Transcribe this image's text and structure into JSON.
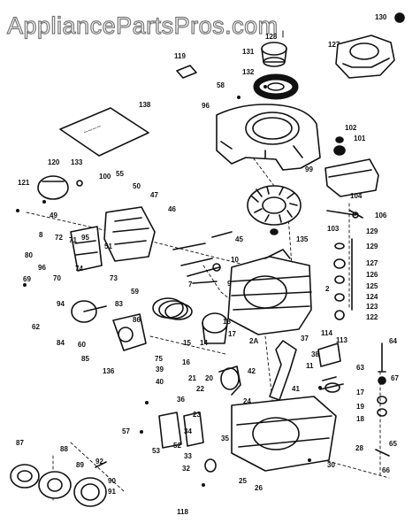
{
  "watermark": "AppliancePartsPros.com",
  "callouts": [
    {
      "id": "c130",
      "text": "130"
    },
    {
      "id": "c127",
      "text": "127"
    },
    {
      "id": "c128",
      "text": "128"
    },
    {
      "id": "c131",
      "text": "131"
    },
    {
      "id": "c132",
      "text": "132"
    },
    {
      "id": "c58a",
      "text": "58"
    },
    {
      "id": "c119",
      "text": "119"
    },
    {
      "id": "c138",
      "text": "138"
    },
    {
      "id": "c96",
      "text": "96"
    },
    {
      "id": "c102",
      "text": "102"
    },
    {
      "id": "c101",
      "text": "101"
    },
    {
      "id": "c99",
      "text": "99"
    },
    {
      "id": "c104",
      "text": "104"
    },
    {
      "id": "c106",
      "text": "106"
    },
    {
      "id": "c103",
      "text": "103"
    },
    {
      "id": "c120",
      "text": "120"
    },
    {
      "id": "c133",
      "text": "133"
    },
    {
      "id": "c121",
      "text": "121"
    },
    {
      "id": "c100",
      "text": "100"
    },
    {
      "id": "c55",
      "text": "55"
    },
    {
      "id": "c50",
      "text": "50"
    },
    {
      "id": "c47",
      "text": "47"
    },
    {
      "id": "c46",
      "text": "46"
    },
    {
      "id": "c49",
      "text": "49"
    },
    {
      "id": "c45",
      "text": "45"
    },
    {
      "id": "c135",
      "text": "135"
    },
    {
      "id": "c129a",
      "text": "129"
    },
    {
      "id": "c129b",
      "text": "129"
    },
    {
      "id": "c127b",
      "text": "127"
    },
    {
      "id": "c126",
      "text": "126"
    },
    {
      "id": "c125",
      "text": "125"
    },
    {
      "id": "c124",
      "text": "124"
    },
    {
      "id": "c123",
      "text": "123"
    },
    {
      "id": "c122",
      "text": "122"
    },
    {
      "id": "c8",
      "text": "8"
    },
    {
      "id": "c72",
      "text": "72"
    },
    {
      "id": "c71",
      "text": "71"
    },
    {
      "id": "c95",
      "text": "95"
    },
    {
      "id": "c51",
      "text": "51"
    },
    {
      "id": "c80",
      "text": "80"
    },
    {
      "id": "c96b",
      "text": "96"
    },
    {
      "id": "c74",
      "text": "74"
    },
    {
      "id": "c69",
      "text": "69"
    },
    {
      "id": "c70",
      "text": "70"
    },
    {
      "id": "c73",
      "text": "73"
    },
    {
      "id": "c59",
      "text": "59"
    },
    {
      "id": "c94",
      "text": "94"
    },
    {
      "id": "c83",
      "text": "83"
    },
    {
      "id": "c62",
      "text": "62"
    },
    {
      "id": "c86",
      "text": "86"
    },
    {
      "id": "c84",
      "text": "84"
    },
    {
      "id": "c60",
      "text": "60"
    },
    {
      "id": "c85",
      "text": "85"
    },
    {
      "id": "c136",
      "text": "136"
    },
    {
      "id": "c15",
      "text": "15"
    },
    {
      "id": "c14",
      "text": "14"
    },
    {
      "id": "c10",
      "text": "10"
    },
    {
      "id": "c7",
      "text": "7"
    },
    {
      "id": "c9",
      "text": "9"
    },
    {
      "id": "c2",
      "text": "2"
    },
    {
      "id": "c18",
      "text": "18"
    },
    {
      "id": "c17",
      "text": "17"
    },
    {
      "id": "c2A",
      "text": "2A"
    },
    {
      "id": "c37",
      "text": "37"
    },
    {
      "id": "c38",
      "text": "38"
    },
    {
      "id": "c11",
      "text": "11"
    },
    {
      "id": "c113",
      "text": "113"
    },
    {
      "id": "c114",
      "text": "114"
    },
    {
      "id": "c64",
      "text": "64"
    },
    {
      "id": "c63",
      "text": "63"
    },
    {
      "id": "c67",
      "text": "67"
    },
    {
      "id": "c17b",
      "text": "17"
    },
    {
      "id": "c19",
      "text": "19"
    },
    {
      "id": "c18b",
      "text": "18"
    },
    {
      "id": "c75",
      "text": "75"
    },
    {
      "id": "c39",
      "text": "39"
    },
    {
      "id": "c40",
      "text": "40"
    },
    {
      "id": "c16",
      "text": "16"
    },
    {
      "id": "c21",
      "text": "21"
    },
    {
      "id": "c20",
      "text": "20"
    },
    {
      "id": "c22",
      "text": "22"
    },
    {
      "id": "c42",
      "text": "42"
    },
    {
      "id": "c41",
      "text": "41"
    },
    {
      "id": "c36",
      "text": "36"
    },
    {
      "id": "c24",
      "text": "24"
    },
    {
      "id": "c23",
      "text": "23"
    },
    {
      "id": "c57",
      "text": "57"
    },
    {
      "id": "c34",
      "text": "34"
    },
    {
      "id": "c52",
      "text": "52"
    },
    {
      "id": "c53",
      "text": "53"
    },
    {
      "id": "c33",
      "text": "33"
    },
    {
      "id": "c32",
      "text": "32"
    },
    {
      "id": "c35",
      "text": "35"
    },
    {
      "id": "c87",
      "text": "87"
    },
    {
      "id": "c88",
      "text": "88"
    },
    {
      "id": "c89",
      "text": "89"
    },
    {
      "id": "c92",
      "text": "92"
    },
    {
      "id": "c90",
      "text": "90"
    },
    {
      "id": "c91",
      "text": "91"
    },
    {
      "id": "c118",
      "text": "118"
    },
    {
      "id": "c25",
      "text": "25"
    },
    {
      "id": "c26",
      "text": "26"
    },
    {
      "id": "c30",
      "text": "30"
    },
    {
      "id": "c28",
      "text": "28"
    },
    {
      "id": "c65",
      "text": "65"
    },
    {
      "id": "c66",
      "text": "66"
    }
  ]
}
